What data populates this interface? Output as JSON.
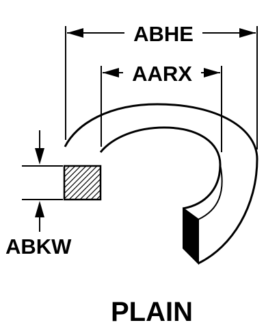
{
  "dimensions": {
    "outer_diameter": "ABHE",
    "inner_diameter": "AARX",
    "thickness": "ABKW"
  },
  "title": "PLAIN",
  "colors": {
    "ink": "#000000",
    "background": "#ffffff"
  }
}
